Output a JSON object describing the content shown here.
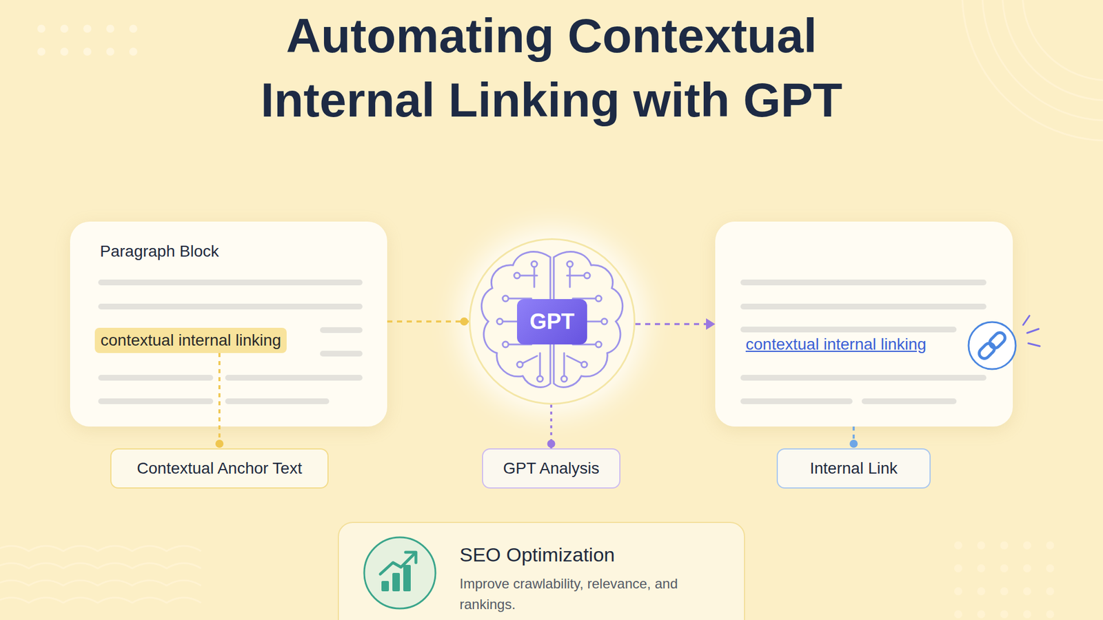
{
  "diagram": {
    "title": "Automating Contextual Internal Linking with GPT",
    "nodes": [
      {
        "text": [
          "Paragraph Block"
        ]
      },
      {
        "text": [
          "contextual internal linking"
        ],
        "in": 0
      },
      {
        "text": [
          "GPT"
        ]
      },
      {
        "text": [
          "contextual internal linking"
        ]
      },
      {
        "text": [
          "Contextual Anchor Text"
        ]
      },
      {
        "text": [
          "GPT Analysis"
        ]
      },
      {
        "text": [
          "Internal Link"
        ]
      },
      {
        "text": [
          "SEO Optimization",
          "Improve crawlability, relevance, and rankings."
        ]
      }
    ],
    "edges": [
      {
        "from": 0,
        "to": 2,
        "arrow": "none"
      },
      {
        "from": 2,
        "to": 3,
        "arrow": "to"
      },
      {
        "from": 1,
        "to": 4,
        "arrow": "none"
      },
      {
        "from": 2,
        "to": 5,
        "arrow": "none"
      },
      {
        "from": 3,
        "to": 6,
        "arrow": "none"
      }
    ]
  }
}
